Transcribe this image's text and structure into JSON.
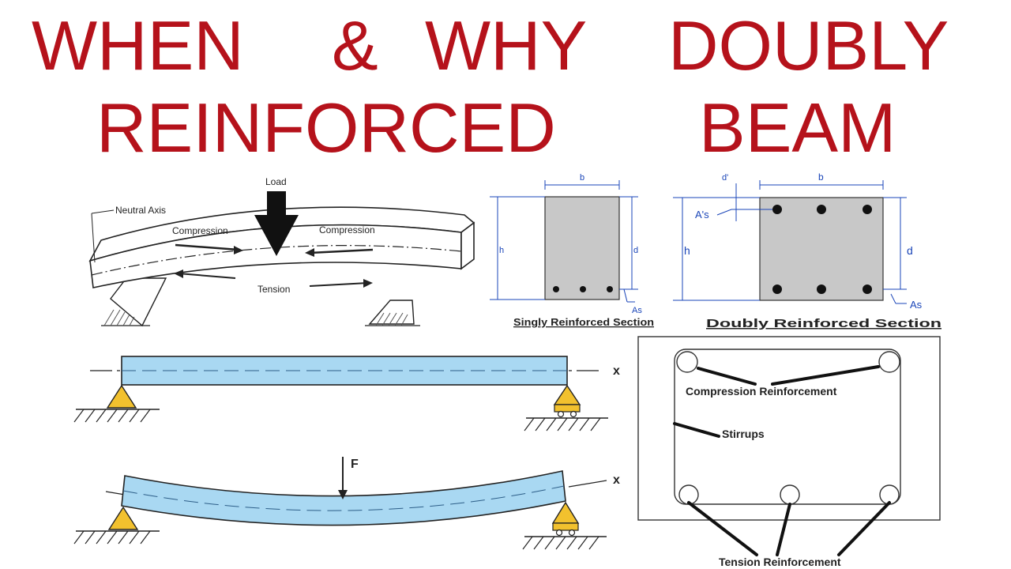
{
  "title": {
    "line1": [
      "WHEN",
      "&",
      "WHY",
      "DOUBLY"
    ],
    "line2": [
      "REINFORCED",
      "BEAM"
    ]
  },
  "beam_bending": {
    "load": "Load",
    "neutral_axis": "Neutral Axis",
    "compression_left": "Compression",
    "compression_right": "Compression",
    "tension": "Tension"
  },
  "singly_section": {
    "b": "b",
    "h": "h",
    "d": "d",
    "as": "As",
    "caption": "Singly Reinforced Section"
  },
  "doubly_section": {
    "d_prime": "d'",
    "b": "b",
    "as_prime": "A's",
    "h": "h",
    "d": "d",
    "as": "As",
    "caption": "Doubly Reinforced Section"
  },
  "supported_beam": {
    "axis_label": "x"
  },
  "deflected_beam": {
    "force_label": "F",
    "axis_label": "x"
  },
  "stirrup_section": {
    "compression": "Compression Reinforcement",
    "stirrups": "Stirrups",
    "tension": "Tension Reinforcement"
  },
  "colors": {
    "title": "#b5121b",
    "beam_fill": "#a9d8f2",
    "support_fill": "#f2c12e",
    "section_fill": "#c8c8c8",
    "dimension": "#1a45b8"
  }
}
